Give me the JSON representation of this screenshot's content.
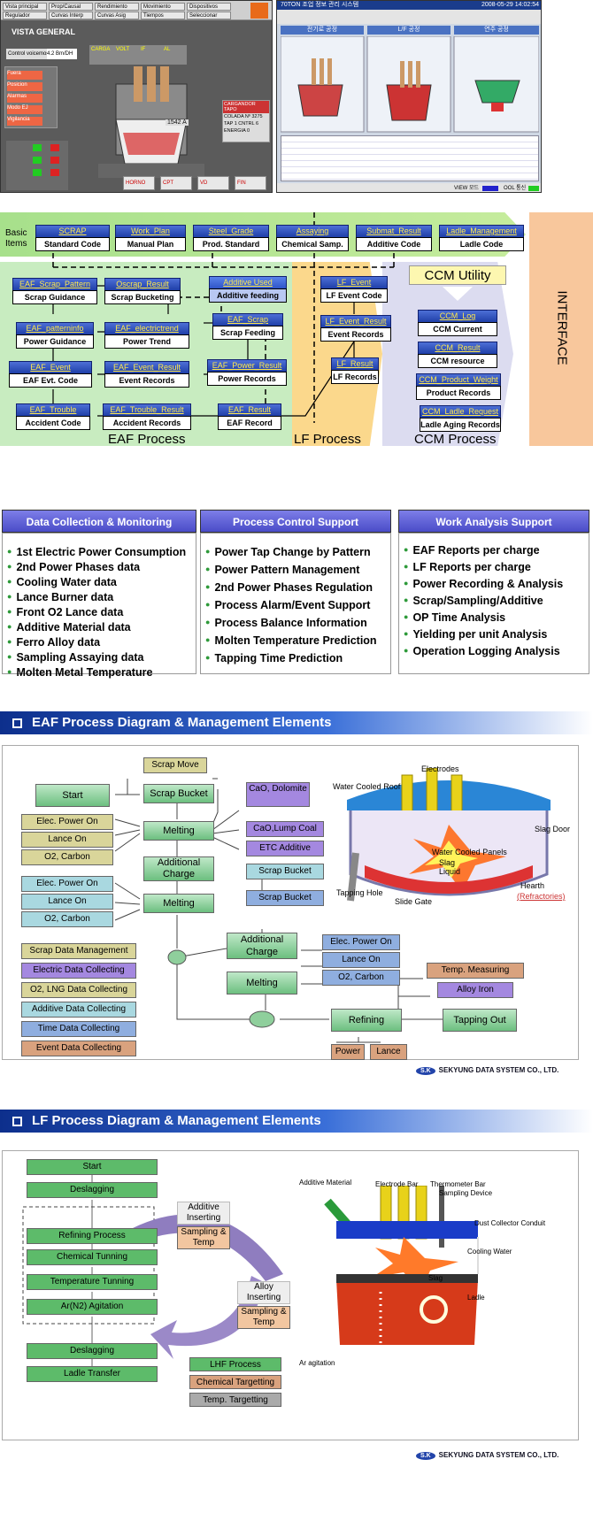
{
  "screens": {
    "left": {
      "title": "VISTA GENERAL",
      "consigna_label": "Control voicemos",
      "consigna_value": "4.2 Bm/DH",
      "toolbar": [
        "Vista principal",
        "Prop/Causal",
        "Rendimiento",
        "Movimiento",
        "Dispositivos",
        "Regulador",
        "Curvas Interp",
        "Curvas Asig",
        "Tiempos",
        "Seleccionar"
      ],
      "side_labels": [
        "Fuera",
        "Posicion",
        "Alarmas",
        "Modo EJ",
        "Vigilancia"
      ],
      "mini_labels": [
        "CARGA",
        "VOLT",
        "IF",
        "AL"
      ],
      "bottom_buttons": [
        "HORNO",
        "CPT",
        "VD",
        "FIN"
      ],
      "value": "1542 A",
      "info_title": "CARGANDOR TAPO",
      "info_rows": [
        "COLADA Nº  3275",
        "TAP  1  CNTRL  6",
        "ENERGIA  0"
      ]
    },
    "right": {
      "title": "70TON 조업 정보 관리 시스템",
      "datetime": "2008-05-29 14:02:54",
      "tabs": [
        "전기로 공정",
        "L/F 공정",
        "연주 공정"
      ],
      "footer": [
        "VIEW 모드",
        "OOL 통신"
      ]
    }
  },
  "architecture": {
    "basic_items_label": "Basic Items",
    "basic": [
      {
        "code": "SCRAP",
        "name": "Standard Code"
      },
      {
        "code": "Work_Plan",
        "name": "Manual Plan"
      },
      {
        "code": "Steel_Grade",
        "name": "Prod. Standard"
      },
      {
        "code": "Assaying",
        "name": "Chemical Samp."
      },
      {
        "code": "Submat_Result",
        "name": "Additive Code"
      },
      {
        "code": "Ladle_Management",
        "name": "Ladle Code"
      }
    ],
    "eaf": [
      {
        "code": "EAF_Scrap_Pattern",
        "name": "Scrap Guidance"
      },
      {
        "code": "Oscrap_Result",
        "name": "Scrap Bucketing"
      },
      {
        "code": "Additive Used",
        "name": "Additive feeding"
      },
      {
        "code": "EAF_patterninfo",
        "name": "Power Guidance"
      },
      {
        "code": "EAF_electrictrend",
        "name": "Power Trend"
      },
      {
        "code": "EAF_Scrap",
        "name": "Scrap Feeding"
      },
      {
        "code": "EAF_Event",
        "name": "EAF Evt. Code"
      },
      {
        "code": "EAF_Event_Result",
        "name": "Event Records"
      },
      {
        "code": "EAF_Power_Result",
        "name": "Power Records"
      },
      {
        "code": "EAF_Trouble",
        "name": "Accident Code"
      },
      {
        "code": "EAF_Trouble_Result",
        "name": "Accident Records"
      },
      {
        "code": "EAF_Result",
        "name": "EAF Record"
      }
    ],
    "lf": [
      {
        "code": "LF_Event",
        "name": "LF Event Code"
      },
      {
        "code": "LF_Event_Result",
        "name": "Event Records"
      },
      {
        "code": "LF_Result",
        "name": "LF Records"
      }
    ],
    "ccm_utility": "CCM Utility",
    "ccm": [
      {
        "code": "CCM_Log",
        "name": "CCM Current"
      },
      {
        "code": "CCM_Result",
        "name": "CCM resource"
      },
      {
        "code": "CCM_Product_Weight",
        "name": "Product Records"
      },
      {
        "code": "CCM_Ladle_Request",
        "name": "Ladle Aging Records"
      }
    ],
    "zone_titles": [
      "EAF Process",
      "LF Process",
      "CCM Process"
    ],
    "interface": "INTERFACE"
  },
  "features": [
    {
      "title": "Data Collection & Monitoring",
      "items": [
        "1st Electric Power Consumption",
        "2nd Power Phases data",
        "Cooling Water data",
        "Lance Burner data",
        "Front O2 Lance data",
        "Additive Material data",
        "Ferro Alloy data",
        "Sampling Assaying data",
        "Molten Metal Temperature"
      ]
    },
    {
      "title": "Process Control Support",
      "items": [
        "Power Tap Change by Pattern",
        "Power Pattern Management",
        "2nd Power Phases Regulation",
        "Process Alarm/Event Support",
        "Process Balance Information",
        "Molten Temperature Prediction",
        "Tapping Time Prediction"
      ]
    },
    {
      "title": "Work Analysis Support",
      "items": [
        "EAF Reports per charge",
        "LF Reports per charge",
        "Power Recording & Analysis",
        "Scrap/Sampling/Additive",
        "OP Time Analysis",
        "Yielding per unit Analysis",
        "Operation Logging Analysis"
      ]
    }
  ],
  "eaf_section": {
    "title": "EAF Process Diagram & Management Elements",
    "flow": {
      "start": "Start",
      "scrap_move": "Scrap Move",
      "scrap_bucket": "Scrap Bucket",
      "cao": "CaO, Dolomite",
      "melting1": "Melting",
      "cao_coal": "CaO,Lump Coal",
      "etc": "ETC Additive",
      "add_charge1": "Additional Charge",
      "scrap_bucket2": "Scrap Bucket",
      "melting2": "Melting",
      "scrap_bucket3": "Scrap Bucket",
      "add_charge2": "Additional Charge",
      "melting3": "Melting",
      "refining": "Refining",
      "temp": "Temp. Measuring",
      "alloy": "Alloy Iron",
      "tapping": "Tapping Out",
      "power": "Power",
      "lance": "Lance"
    },
    "inputs_a": [
      "Elec. Power On",
      "Lance On",
      "O2, Carbon"
    ],
    "inputs_b": [
      "Elec. Power On",
      "Lance On",
      "O2, Carbon"
    ],
    "inputs_c": [
      "Elec. Power On",
      "Lance On",
      "O2, Carbon"
    ],
    "legend": [
      "Scrap Data Management",
      "Electric Data Collecting",
      "O2, LNG Data Collecting",
      "Additive Data Collecting",
      "Time Data Collecting",
      "Event Data Collecting"
    ],
    "furnace_labels": [
      "Electrodes",
      "Water Cooled Roof",
      "Slag Door",
      "Water Cooled Panels",
      "Slag",
      "Liquid",
      "Hearth",
      "(Refractories)",
      "Tapping Hole",
      "Slide Gate"
    ]
  },
  "lf_section": {
    "title": "LF Process Diagram & Management Elements",
    "steps": [
      "Start",
      "Deslagging",
      "Refining Process",
      "Chemical Tunning",
      "Temperature Tunning",
      "Ar(N2) Agitation",
      "Deslagging",
      "Ladle Transfer"
    ],
    "cycle": [
      "Additive Inserting",
      "Sampling & Temp",
      "Alloy Inserting",
      "Sampling & Temp"
    ],
    "legend": [
      "LHF Process",
      "Chemical Targetting",
      "Temp. Targetting"
    ],
    "ladle_labels": [
      "Additive Material",
      "Electrode Bar",
      "Thermometer Bar",
      "Sampling Device",
      "Dust Collector Conduit",
      "Cooling Water",
      "Slag",
      "Ladle",
      "Ar agitation"
    ]
  },
  "company": "SEKYUNG DATA SYSTEM CO., LTD.",
  "company_short": "S.K"
}
